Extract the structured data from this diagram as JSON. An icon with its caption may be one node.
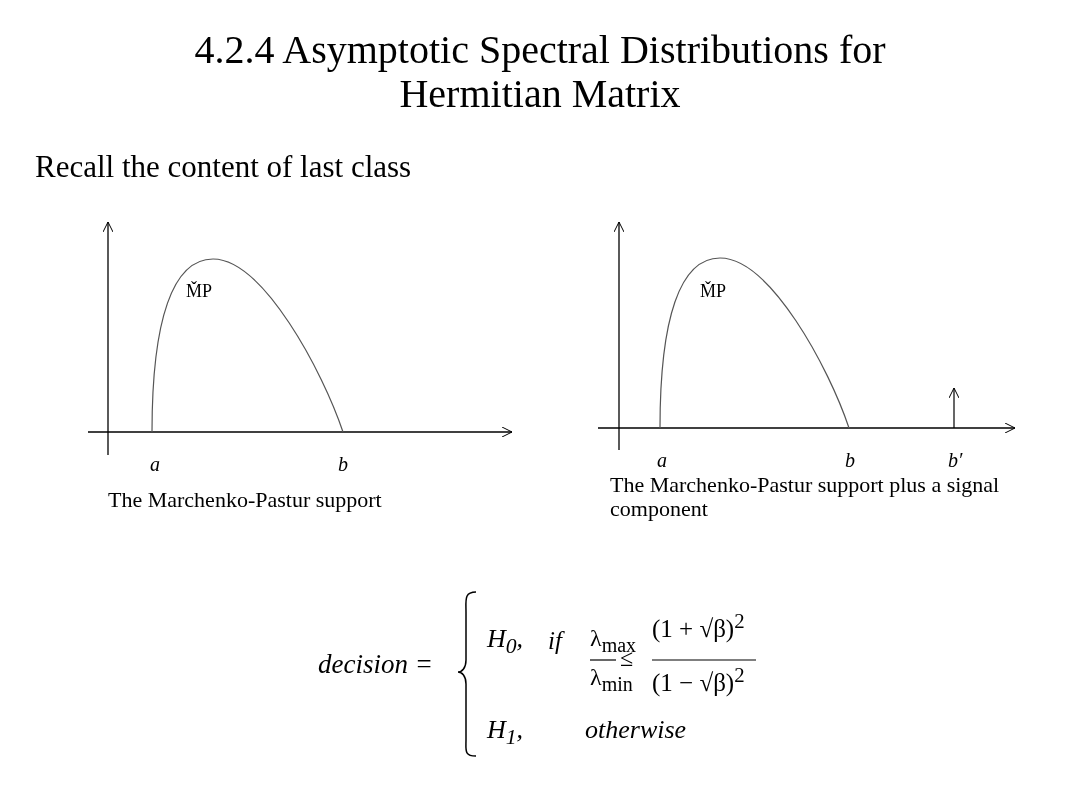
{
  "diagram": {
    "title": "4.2.4 Asymptotic Spectral Distributions for Hermitian Matrix",
    "labels": [
      "Recall the content of last class",
      "M̌P",
      "a",
      "b",
      "The Marchenko-Pastur support",
      "M̌P",
      "a",
      "b",
      "b′",
      "The Marchenko-Pastur support plus a signal component",
      "decision =",
      "H$_{0}$,",
      "if",
      "λ$_{max}$",
      "λ$_{min}$",
      "≤",
      "(1 + √β)$^{2}$",
      "(1 − √β)$^{2}$",
      "H$_{1}$,",
      "otherwise"
    ]
  }
}
